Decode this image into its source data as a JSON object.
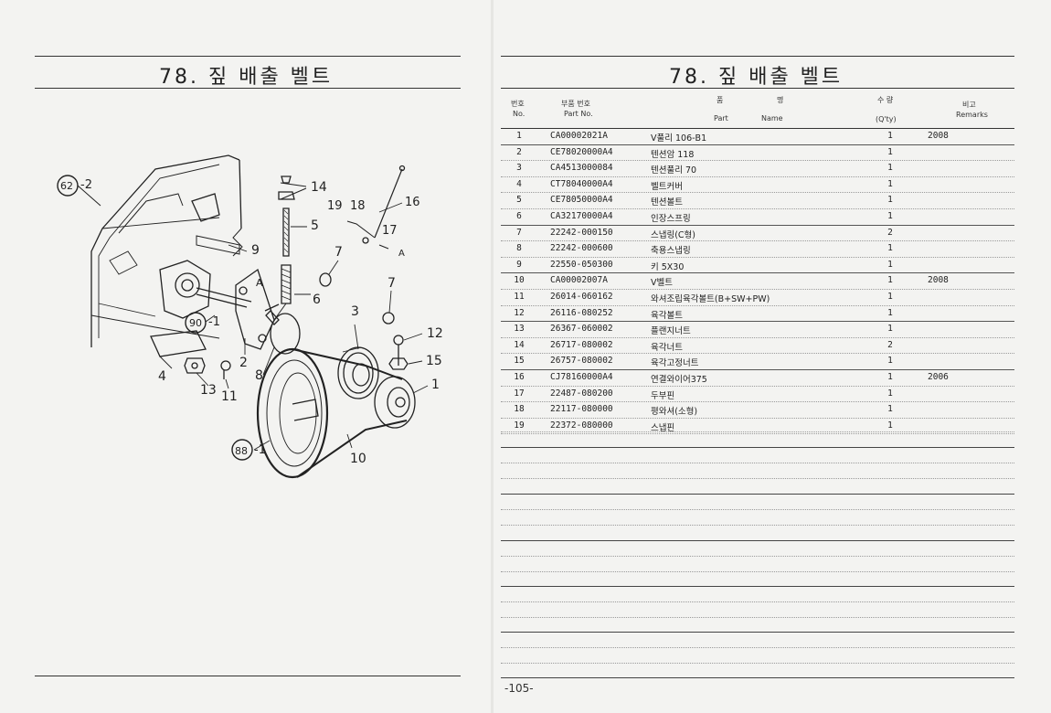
{
  "left_page": {
    "title": "78. 짚 배출 벨트",
    "callouts": {
      "c62": "62",
      "c62s": "-2",
      "c14": "14",
      "c19": "19",
      "c18": "18",
      "c16": "16",
      "c17": "17",
      "c5": "5",
      "c9": "9",
      "c7a": "7",
      "cA1": "A",
      "cA2": "A",
      "c7b": "7",
      "c6": "6",
      "c3": "3",
      "c12": "12",
      "c15": "15",
      "c90": "90",
      "c90s": "-1",
      "c4": "4",
      "c2": "2",
      "c8": "8",
      "c13": "13",
      "c11": "11",
      "c1": "1",
      "c88": "88",
      "c88s": "-1",
      "c10": "10"
    }
  },
  "right_page": {
    "title": "78. 짚 배출 벨트",
    "headers": {
      "no_ko": "번호",
      "no_en": "No.",
      "part_ko": "부품 번호",
      "part_en": "Part  No.",
      "name_ko1": "품",
      "name_ko2": "명",
      "name_en1": "Part",
      "name_en2": "Name",
      "qty_ko": "수 량",
      "qty_en": "(Q'ty)",
      "rem_ko": "비고",
      "rem_en": "Remarks"
    },
    "rows": [
      {
        "no": "1",
        "part": "CA00002021A",
        "name": "V풀리 106-B1",
        "qty": "1",
        "remarks": "2008"
      },
      {
        "no": "2",
        "part": "CE78020000A4",
        "name": "텐션암 118",
        "qty": "1",
        "remarks": ""
      },
      {
        "no": "3",
        "part": "CA4513000084",
        "name": "텐션풀리 70",
        "qty": "1",
        "remarks": ""
      },
      {
        "no": "4",
        "part": "CT78040000A4",
        "name": "벨트커버",
        "qty": "1",
        "remarks": ""
      },
      {
        "no": "5",
        "part": "CE78050000A4",
        "name": "텐션볼트",
        "qty": "1",
        "remarks": ""
      },
      {
        "no": "6",
        "part": "CA32170000A4",
        "name": "인장스프링",
        "qty": "1",
        "remarks": ""
      },
      {
        "no": "7",
        "part": "22242-000150",
        "name": "스냅링(C형)",
        "qty": "2",
        "remarks": ""
      },
      {
        "no": "8",
        "part": "22242-000600",
        "name": "축용스냅링",
        "qty": "1",
        "remarks": ""
      },
      {
        "no": "9",
        "part": "22550-050300",
        "name": "키 5X30",
        "qty": "1",
        "remarks": ""
      },
      {
        "no": "10",
        "part": "CA00002007A",
        "name": "V벨트",
        "qty": "1",
        "remarks": "2008"
      },
      {
        "no": "11",
        "part": "26014-060162",
        "name": "와셔조립육각볼트(B+SW+PW)",
        "qty": "1",
        "remarks": ""
      },
      {
        "no": "12",
        "part": "26116-080252",
        "name": "육각볼트",
        "qty": "1",
        "remarks": ""
      },
      {
        "no": "13",
        "part": "26367-060002",
        "name": "플랜지너트",
        "qty": "1",
        "remarks": ""
      },
      {
        "no": "14",
        "part": "26717-080002",
        "name": "육각너트",
        "qty": "2",
        "remarks": ""
      },
      {
        "no": "15",
        "part": "26757-080002",
        "name": "육각고정너트",
        "qty": "1",
        "remarks": ""
      },
      {
        "no": "16",
        "part": "CJ78160000A4",
        "name": "연결와이어375",
        "qty": "1",
        "remarks": "2006"
      },
      {
        "no": "17",
        "part": "22487-080200",
        "name": "두부핀",
        "qty": "1",
        "remarks": ""
      },
      {
        "no": "18",
        "part": "22117-080000",
        "name": "평와셔(소형)",
        "qty": "1",
        "remarks": ""
      },
      {
        "no": "19",
        "part": "22372-080000",
        "name": "스냅핀",
        "qty": "1",
        "remarks": ""
      }
    ],
    "page_number": "-105-"
  },
  "colors": {
    "ink": "#222222",
    "paper": "#f3f3f1",
    "rule": "#333333"
  }
}
